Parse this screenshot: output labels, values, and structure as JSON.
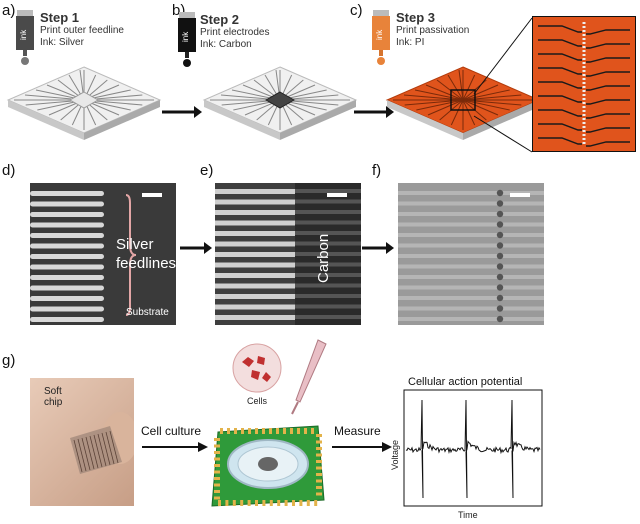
{
  "panels": {
    "a": {
      "letter": "a)",
      "title": "Step 1",
      "line1": "Print outer feedline",
      "line2": "Ink: Silver",
      "bottle_text": "ink",
      "bottle_color": "#444444"
    },
    "b": {
      "letter": "b)",
      "title": "Step 2",
      "line1": "Print electrodes",
      "line2": "Ink: Carbon",
      "bottle_text": "ink",
      "bottle_color": "#111111"
    },
    "c": {
      "letter": "c)",
      "title": "Step 3",
      "line1": "Print passivation",
      "line2": "Ink: PI",
      "bottle_text": "ink",
      "bottle_color": "#e8833a"
    },
    "d": {
      "letter": "d)",
      "label1": "Silver",
      "label2": "feedlines",
      "label3": "Substrate"
    },
    "e": {
      "letter": "e)",
      "label": "Carbon"
    },
    "f": {
      "letter": "f)"
    },
    "g": {
      "letter": "g)",
      "soft1": "Soft",
      "soft2": "chip",
      "cells": "Cells",
      "step1": "Cell culture",
      "step2": "Measure",
      "plot_title": "Cellular action potential",
      "ylabel": "Voltage",
      "xlabel": "Time"
    }
  },
  "colors": {
    "pi_orange": "#e0541c",
    "pcb_green": "#2f9a3a",
    "micro_dark": "#3a3a3a",
    "micro_light": "#d0d0d0"
  }
}
